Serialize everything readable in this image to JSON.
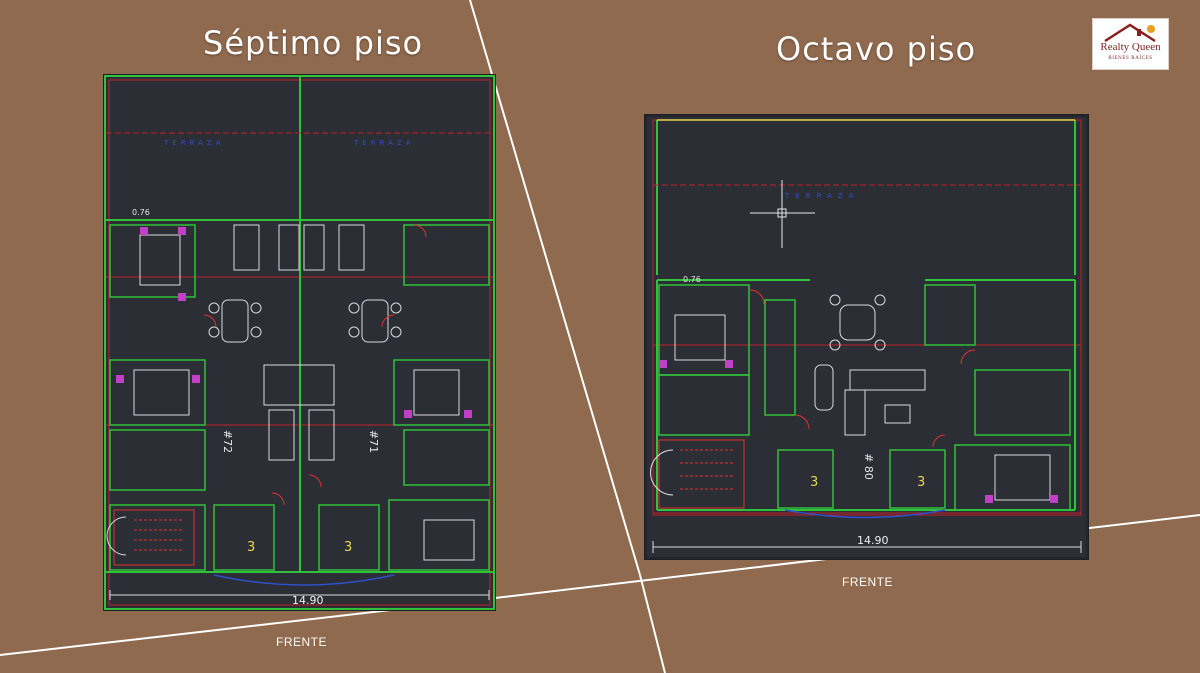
{
  "slide": {
    "title_left": "Séptimo piso",
    "title_right": "Octavo piso",
    "caption_left": "FRENTE",
    "caption_right": "FRENTE"
  },
  "logo": {
    "brand": "Realty Queen",
    "tagline": "BIENES RAÍCES",
    "brand_color": "#8b1e1e",
    "accent_color": "#e8a020"
  },
  "plans": {
    "left": {
      "width_dim": "14.90",
      "small_dim": "0.76",
      "unit_a": "#72",
      "unit_b": "#71",
      "stair_a": "3",
      "stair_b": "3"
    },
    "right": {
      "width_dim": "14.90",
      "small_dim": "0.76",
      "unit": "# 80",
      "stair_a": "3",
      "stair_b": "3"
    }
  },
  "colors": {
    "background": "#8f6a4e",
    "plan_bg": "#2b2e35",
    "wall": "#2fc23a",
    "axis": "#c0202a",
    "furniture": "#d9d9d9",
    "fixture": "#c040c8",
    "door": "#e23030",
    "label": "#2f50c8"
  }
}
